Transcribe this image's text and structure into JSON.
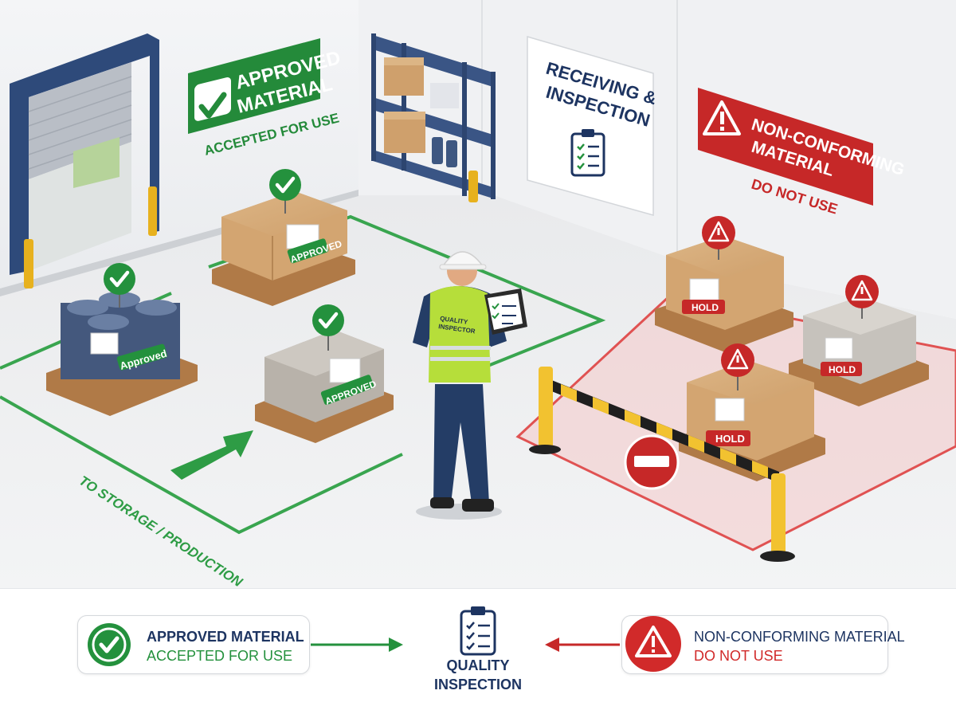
{
  "colors": {
    "approved_green": "#24913d",
    "reject_red": "#d12a2a",
    "navy": "#1d3461",
    "hazard_yellow": "#f2c230"
  },
  "signs": {
    "approved": {
      "title_line1": "APPROVED",
      "title_line2": "MATERIAL",
      "subtitle": "ACCEPTED FOR USE"
    },
    "receiving": {
      "line1": "RECEIVING &",
      "line2": "INSPECTION"
    },
    "nonconforming": {
      "line1": "NON-CONFORMING",
      "line2": "MATERIAL",
      "subtitle": "DO NOT USE"
    }
  },
  "floor": {
    "route_label": "TO STORAGE / PRODUCTION"
  },
  "pallets": {
    "approved_tag": "APPROVED",
    "approved_tag_drums": "Approved",
    "hold_tag": "HOLD"
  },
  "inspector": {
    "vest_line1": "QUALITY",
    "vest_line2": "INSPECTOR"
  },
  "icons": {
    "approved": "checkmark-circle-icon",
    "nonconforming": "warning-triangle-icon",
    "inspection": "clipboard-checklist-icon",
    "no_entry": "no-entry-icon"
  },
  "legend": {
    "approved": {
      "line1": "APPROVED MATERIAL",
      "line2": "ACCEPTED FOR USE"
    },
    "center": {
      "line1": "QUALITY",
      "line2": "INSPECTION"
    },
    "nonconforming": {
      "line1": "NON-CONFORMING MATERIAL",
      "line2": "DO NOT USE"
    }
  }
}
